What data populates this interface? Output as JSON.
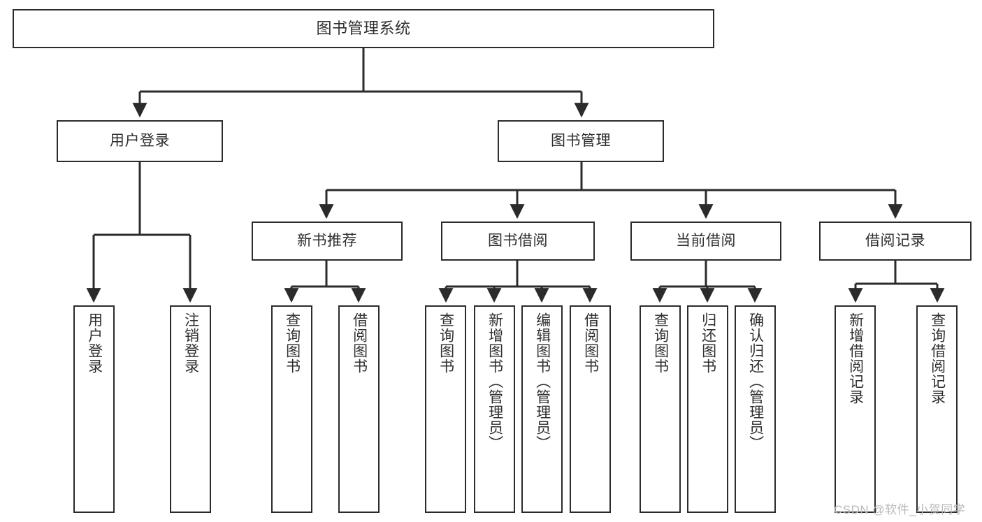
{
  "diagram": {
    "title": "图书管理系统",
    "type": "hierarchy-tree",
    "root": {
      "label": "图书管理系统"
    },
    "level2": [
      {
        "label": "用户登录"
      },
      {
        "label": "图书管理"
      }
    ],
    "level3": [
      {
        "label": "新书推荐"
      },
      {
        "label": "图书借阅"
      },
      {
        "label": "当前借阅"
      },
      {
        "label": "借阅记录"
      }
    ],
    "leaves": {
      "user_login": [
        {
          "label": "用户登录"
        },
        {
          "label": "注销登录"
        }
      ],
      "new_book_recommend": [
        {
          "label": "查询图书"
        },
        {
          "label": "借阅图书"
        }
      ],
      "book_borrow": [
        {
          "label": "查询图书"
        },
        {
          "label": "新增图书（管理员）"
        },
        {
          "label": "编辑图书（管理员）"
        },
        {
          "label": "借阅图书"
        }
      ],
      "current_borrow": [
        {
          "label": "查询图书"
        },
        {
          "label": "归还图书"
        },
        {
          "label": "确认归还（管理员）"
        }
      ],
      "borrow_record": [
        {
          "label": "新增借阅记录"
        },
        {
          "label": "查询借阅记录"
        }
      ]
    }
  },
  "watermark": {
    "text": "CSDN @软件_小贺同学"
  },
  "colors": {
    "stroke": "#2b2b2b",
    "text": "#2f2f2f",
    "background": "#ffffff",
    "watermark": "#b9b9b9"
  }
}
